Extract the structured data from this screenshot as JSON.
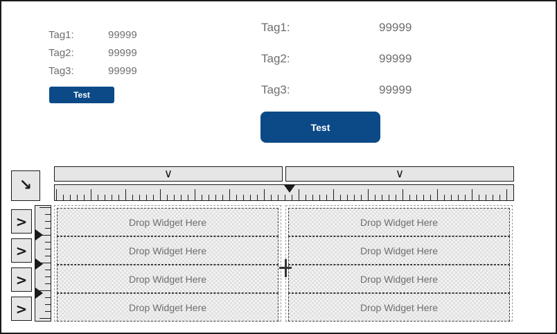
{
  "panels": {
    "small": {
      "rows": [
        {
          "label": "Tag1:",
          "value": "99999"
        },
        {
          "label": "Tag2:",
          "value": "99999"
        },
        {
          "label": "Tag3:",
          "value": "99999"
        }
      ],
      "button_label": "Test"
    },
    "large": {
      "rows": [
        {
          "label": "Tag1:",
          "value": "99999"
        },
        {
          "label": "Tag2:",
          "value": "99999"
        },
        {
          "label": "Tag3:",
          "value": "99999"
        }
      ],
      "button_label": "Test"
    }
  },
  "designer": {
    "corner_button": {
      "icon": "arrow-down-right-icon",
      "glyph": "↘"
    },
    "column_headers": [
      {
        "icon": "chevron-down-icon",
        "glyph": "∨"
      },
      {
        "icon": "chevron-down-icon",
        "glyph": "∨"
      }
    ],
    "row_headers": [
      {
        "icon": "chevron-right-icon",
        "glyph": ">"
      },
      {
        "icon": "chevron-right-icon",
        "glyph": ">"
      },
      {
        "icon": "chevron-right-icon",
        "glyph": ">"
      },
      {
        "icon": "chevron-right-icon",
        "glyph": ">"
      }
    ],
    "drop_zone_text": "Drop Widget Here",
    "columns": 2,
    "rows": 4
  },
  "colors": {
    "accent": "#0b4a87",
    "text_gray": "#6e6e6e",
    "chrome_gray": "#e6e6e6",
    "border_dark": "#1a1a1a"
  }
}
